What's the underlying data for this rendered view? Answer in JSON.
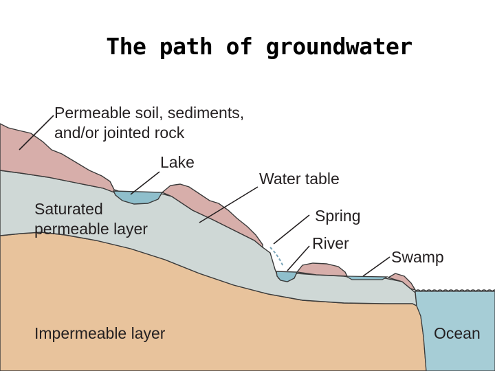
{
  "title": "The path of groundwater",
  "labels": {
    "soil_line1": "Permeable soil, sediments,",
    "soil_line2": "and/or jointed rock",
    "lake": "Lake",
    "water_table": "Water table",
    "spring": "Spring",
    "river": "River",
    "swamp": "Swamp",
    "saturated_line1": "Saturated",
    "saturated_line2": "permeable layer",
    "impermeable": "Impermeable layer",
    "ocean": "Ocean"
  },
  "colors": {
    "soil": "#d7aeaa",
    "saturated": "#cfd8d6",
    "impermeable": "#e8c39c",
    "water": "#8fbfcc",
    "ocean": "#a6cdd6",
    "outline": "#3a3a3a"
  }
}
